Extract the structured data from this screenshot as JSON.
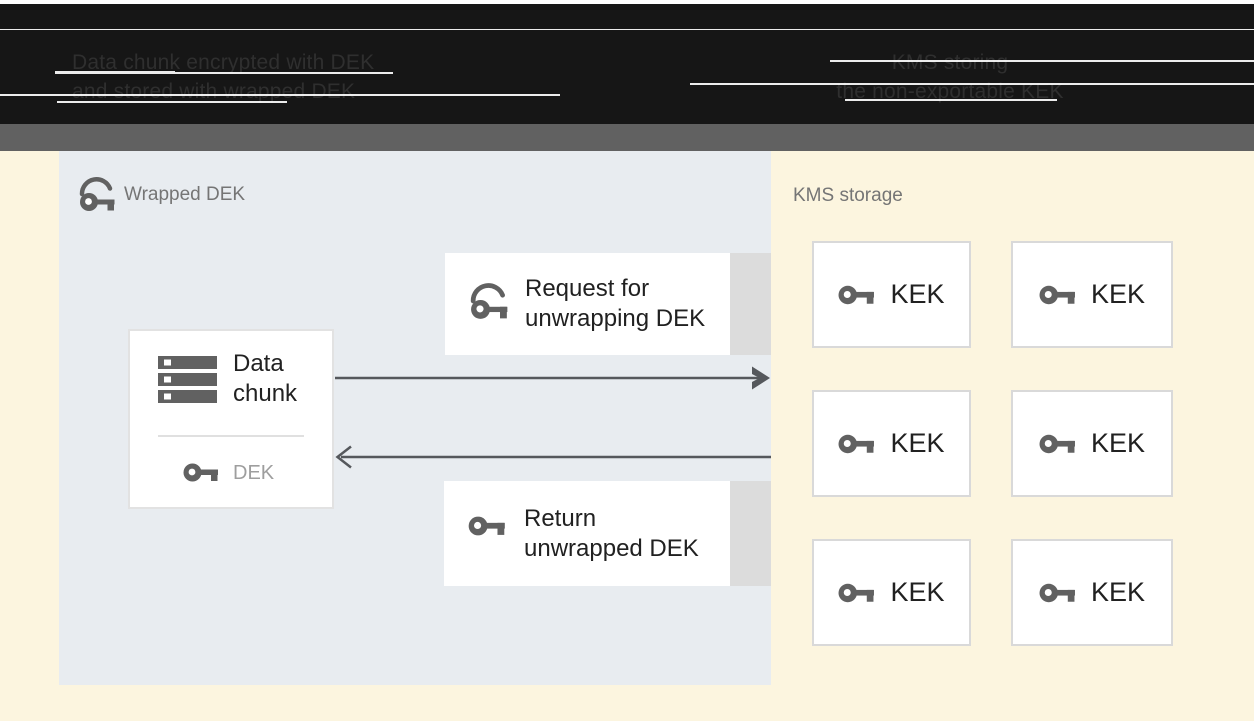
{
  "header": {
    "left_caption_line1": "Data chunk encrypted with DEK",
    "left_caption_line2": "and stored with wrapped DEK",
    "right_caption_line1": "KMS storing",
    "right_caption_line2": "the non-exportable KEK"
  },
  "wrapped_dek_panel": {
    "title": "Wrapped DEK",
    "data_chunk": {
      "label_line1": "Data",
      "label_line2": "chunk",
      "key_label": "DEK"
    },
    "request_box": {
      "line1": "Request for",
      "line2": "unwrapping DEK"
    },
    "return_box": {
      "line1": "Return",
      "line2": "unwrapped DEK"
    }
  },
  "kms_panel": {
    "title": "KMS storage",
    "keks": [
      "KEK",
      "KEK",
      "KEK",
      "KEK",
      "KEK",
      "KEK"
    ]
  },
  "icons": {
    "key": "key-icon",
    "wrapped_key": "wrapped-key-icon",
    "data_chunk": "data-chunk-stack-icon"
  },
  "colors": {
    "page_background": "#fcf5df",
    "header_background": "#161616",
    "header_band": "#616161",
    "panel_background": "#e8ecf0",
    "box_background": "#ffffff",
    "box_shadow_strip": "#dcdcdc",
    "box_border": "#e2e2e2",
    "icon_gray": "#616161",
    "text_dark": "#212121",
    "text_gray": "#757575",
    "text_light_gray": "#9e9e9e",
    "arrow": "#55585c"
  }
}
